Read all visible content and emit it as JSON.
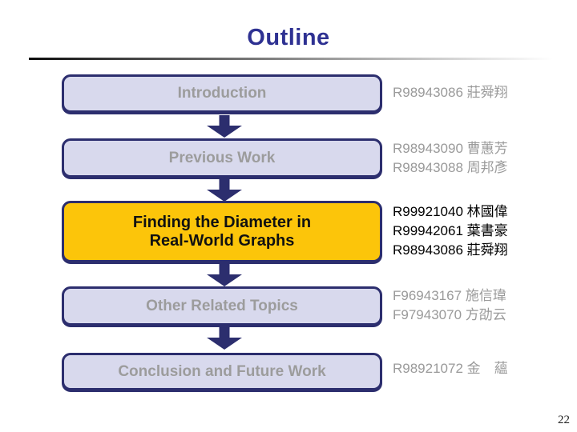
{
  "slide": {
    "title": "Outline",
    "page_number": "22"
  },
  "colors": {
    "title_text": "#2e3192",
    "box_fill": "#d8d9ed",
    "box_border": "#2c2e6e",
    "box_label_gray": "#9c9c9c",
    "highlight_fill": "#fcc50a",
    "highlight_text": "#111111",
    "member_text_gray": "#9a9a9a",
    "member_text_dark": "#000000",
    "arrow": "#2c2e6e"
  },
  "icons": {
    "down_arrow": "block-down-arrow"
  },
  "outline": {
    "items": [
      {
        "label": "Introduction",
        "highlighted": false,
        "members": [
          "R98943086 莊舜翔"
        ]
      },
      {
        "label": "Previous Work",
        "highlighted": false,
        "members": [
          "R98943090 曹蕙芳",
          "R98943088 周邦彥"
        ]
      },
      {
        "label": "Finding the Diameter in\nReal-World Graphs",
        "highlighted": true,
        "members": [
          "R99921040 林國偉",
          "R99942061 葉書豪",
          "R98943086 莊舜翔"
        ]
      },
      {
        "label": "Other Related Topics",
        "highlighted": false,
        "members": [
          "F96943167 施信瑋",
          "F97943070 方劭云"
        ]
      },
      {
        "label": "Conclusion and Future Work",
        "highlighted": false,
        "members": [
          "R98921072 金　蘊"
        ]
      }
    ]
  }
}
